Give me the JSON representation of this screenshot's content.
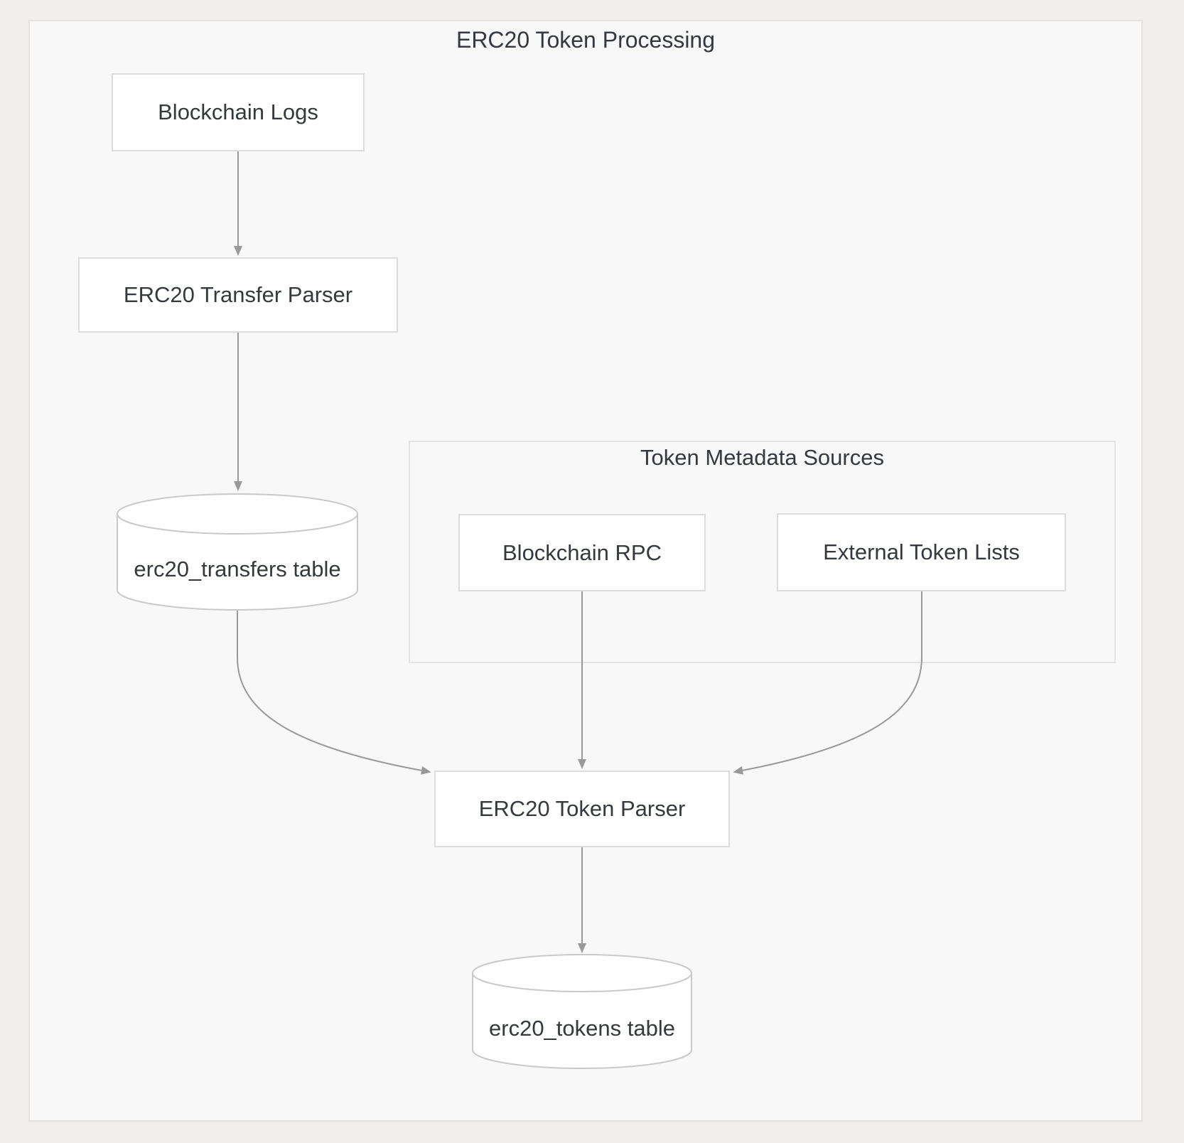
{
  "diagram": {
    "title": "ERC20 Token Processing",
    "subgraph": {
      "title": "Token Metadata Sources"
    },
    "nodes": {
      "blockchain_logs": "Blockchain Logs",
      "transfer_parser": "ERC20 Transfer Parser",
      "transfers_table": "erc20_transfers table",
      "blockchain_rpc": "Blockchain RPC",
      "external_token_lists": "External Token Lists",
      "token_parser": "ERC20 Token Parser",
      "tokens_table": "erc20_tokens table"
    },
    "edges": [
      {
        "from": "Blockchain Logs",
        "to": "ERC20 Transfer Parser"
      },
      {
        "from": "ERC20 Transfer Parser",
        "to": "erc20_transfers table"
      },
      {
        "from": "erc20_transfers table",
        "to": "ERC20 Token Parser"
      },
      {
        "from": "Blockchain RPC",
        "to": "ERC20 Token Parser"
      },
      {
        "from": "External Token Lists",
        "to": "ERC20 Token Parser"
      },
      {
        "from": "ERC20 Token Parser",
        "to": "erc20_tokens table"
      }
    ],
    "colors": {
      "page_bg": "#f0efed",
      "canvas_bg": "#f8f8f8",
      "canvas_border": "#e2e2e3",
      "subgraph_border": "#e3e3e4",
      "node_fill": "#ffffff",
      "node_border": "#dcdcdd",
      "cylinder_stroke": "#c7c9cb",
      "arrow": "#999999",
      "text": "#35393d"
    }
  }
}
